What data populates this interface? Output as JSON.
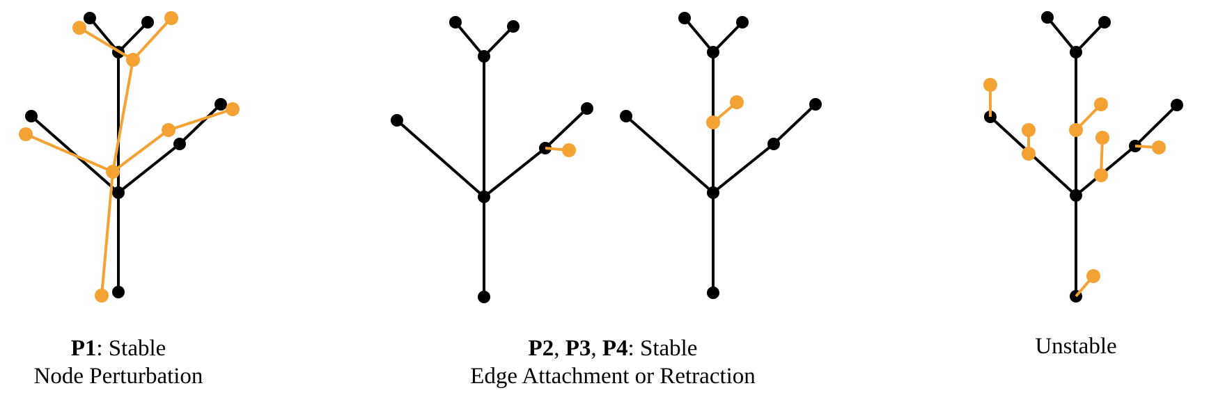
{
  "colors": {
    "tree": "#000000",
    "modification": "#F4A233",
    "background": "#FFFFFF"
  },
  "captions": {
    "panel1": {
      "bold": "P1",
      "rest": ": Stable",
      "line2": "Node Perturbation"
    },
    "panel2": {
      "bold1": "P2",
      "sep1": ", ",
      "bold2": "P3",
      "sep2": ", ",
      "bold3": "P4",
      "rest": ": Stable",
      "line2": "Edge Attachment or Retraction"
    },
    "panel3": {
      "line1": "Unstable"
    }
  }
}
